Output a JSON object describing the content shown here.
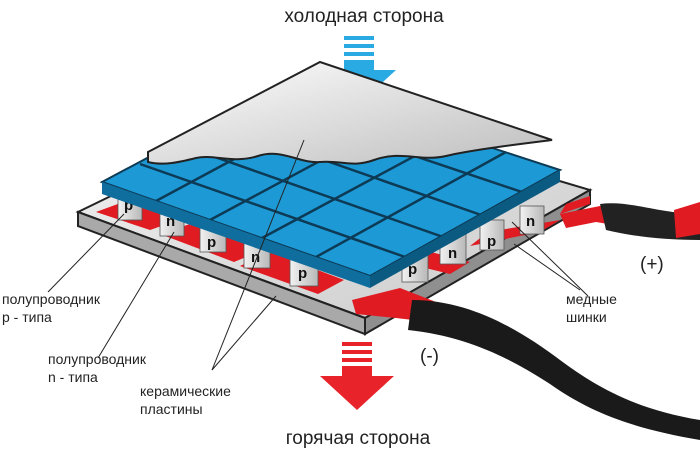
{
  "top_label": "холодная сторона",
  "bottom_label": "горячая сторона",
  "labels": {
    "p_semiconductor": [
      "полупроводник",
      "p - типа"
    ],
    "n_semiconductor": [
      "полупроводник",
      "n - типа"
    ],
    "ceramic": [
      "керамические",
      "пластины"
    ],
    "copper": [
      "медные",
      "шинки"
    ]
  },
  "terminals": {
    "positive": "(+)",
    "negative": "(-)"
  },
  "cell_letters": [
    "p",
    "n",
    "p",
    "n",
    "p",
    "p",
    "n",
    "p",
    "n"
  ],
  "colors": {
    "cold_arrow": "#29aae2",
    "hot_arrow": "#e8232a",
    "tile": "#1d9ad6",
    "plate": "#eeeeee",
    "copper": "#e11b22",
    "cable": "#222222"
  }
}
